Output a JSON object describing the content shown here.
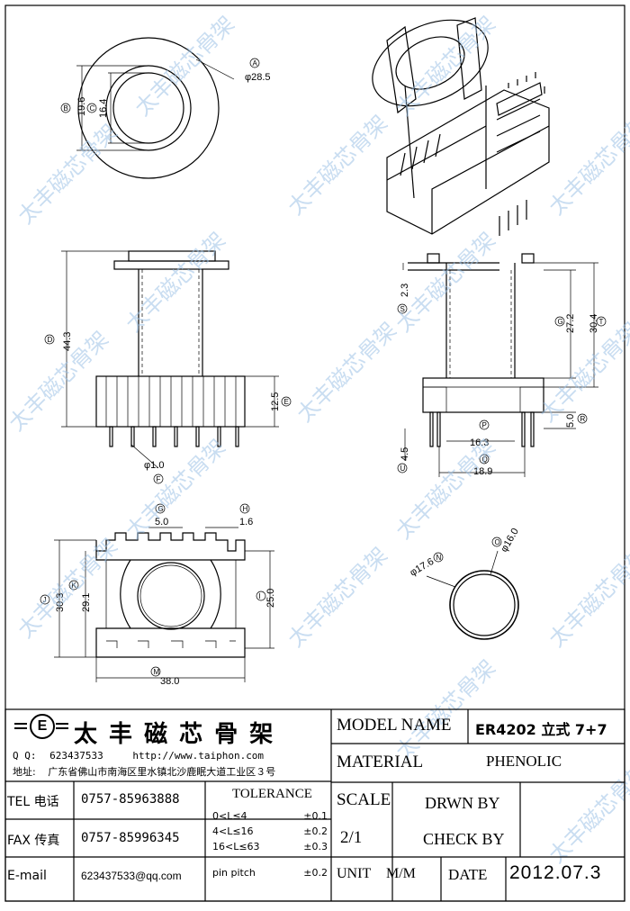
{
  "watermark": "太丰磁芯骨架",
  "dims": {
    "A": "28.5",
    "B": "19.6",
    "C": "16.4",
    "D": "44.3",
    "E": "12.5",
    "F": "1.0",
    "side_2_3": "2.3",
    "side_27_2": "27.2",
    "side_30_4": "30.4",
    "side_5_0": "5.0",
    "side_16_3": "16.3",
    "side_18_9": "18.9",
    "side_4_5": "4.5",
    "G": "5.0",
    "H": "1.6",
    "I": "25.0",
    "J": "30.3",
    "K": "29.1",
    "M": "38.0",
    "N": "17.6",
    "O": "16.0"
  },
  "letters": {
    "A": "A",
    "B": "B",
    "C": "C",
    "D": "D",
    "E": "E",
    "F": "F",
    "G": "G",
    "H": "H",
    "I": "I",
    "J": "J",
    "K": "K",
    "M": "M",
    "N": "N",
    "O": "O",
    "P": "P",
    "Q": "Q",
    "R": "R",
    "S": "S",
    "T": "T",
    "U": "U"
  },
  "phi": "φ",
  "company": {
    "logo_letter": "E",
    "name": "太 丰 磁 芯 骨 架",
    "qq_label": "Q Q:",
    "qq": "623437533",
    "url": "http://www.taiphon.com",
    "address_label": "地址:",
    "address": "广东省佛山市南海区里水镇北沙鹿眠大道工业区３号"
  },
  "contacts": {
    "tel_label": "TEL 电话",
    "tel": "0757-85963888",
    "fax_label": "FAX 传真",
    "fax": "0757-85996345",
    "email_label": "E-mail",
    "email": "623437533@qq.com"
  },
  "tolerance": {
    "title": "TOLERANCE",
    "rows": [
      {
        "range": "0<L≤4",
        "value": "±0.1"
      },
      {
        "range": "4<L≤16",
        "value": "±0.2"
      },
      {
        "range": "16<L≤63",
        "value": "±0.3"
      },
      {
        "range": "pin pitch",
        "value": "±0.2"
      }
    ]
  },
  "title_block": {
    "model_label": "MODEL NAME",
    "model": "ER4202 立式 7+7",
    "material_label": "MATERIAL",
    "material": "PHENOLIC",
    "scale_label": "SCALE",
    "scale": "2/1",
    "drawn_label": "DRWN BY",
    "check_label": "CHECK BY",
    "unit_label": "UNIT",
    "unit": "M/M",
    "date_label": "DATE",
    "date": "2012.07.3"
  }
}
